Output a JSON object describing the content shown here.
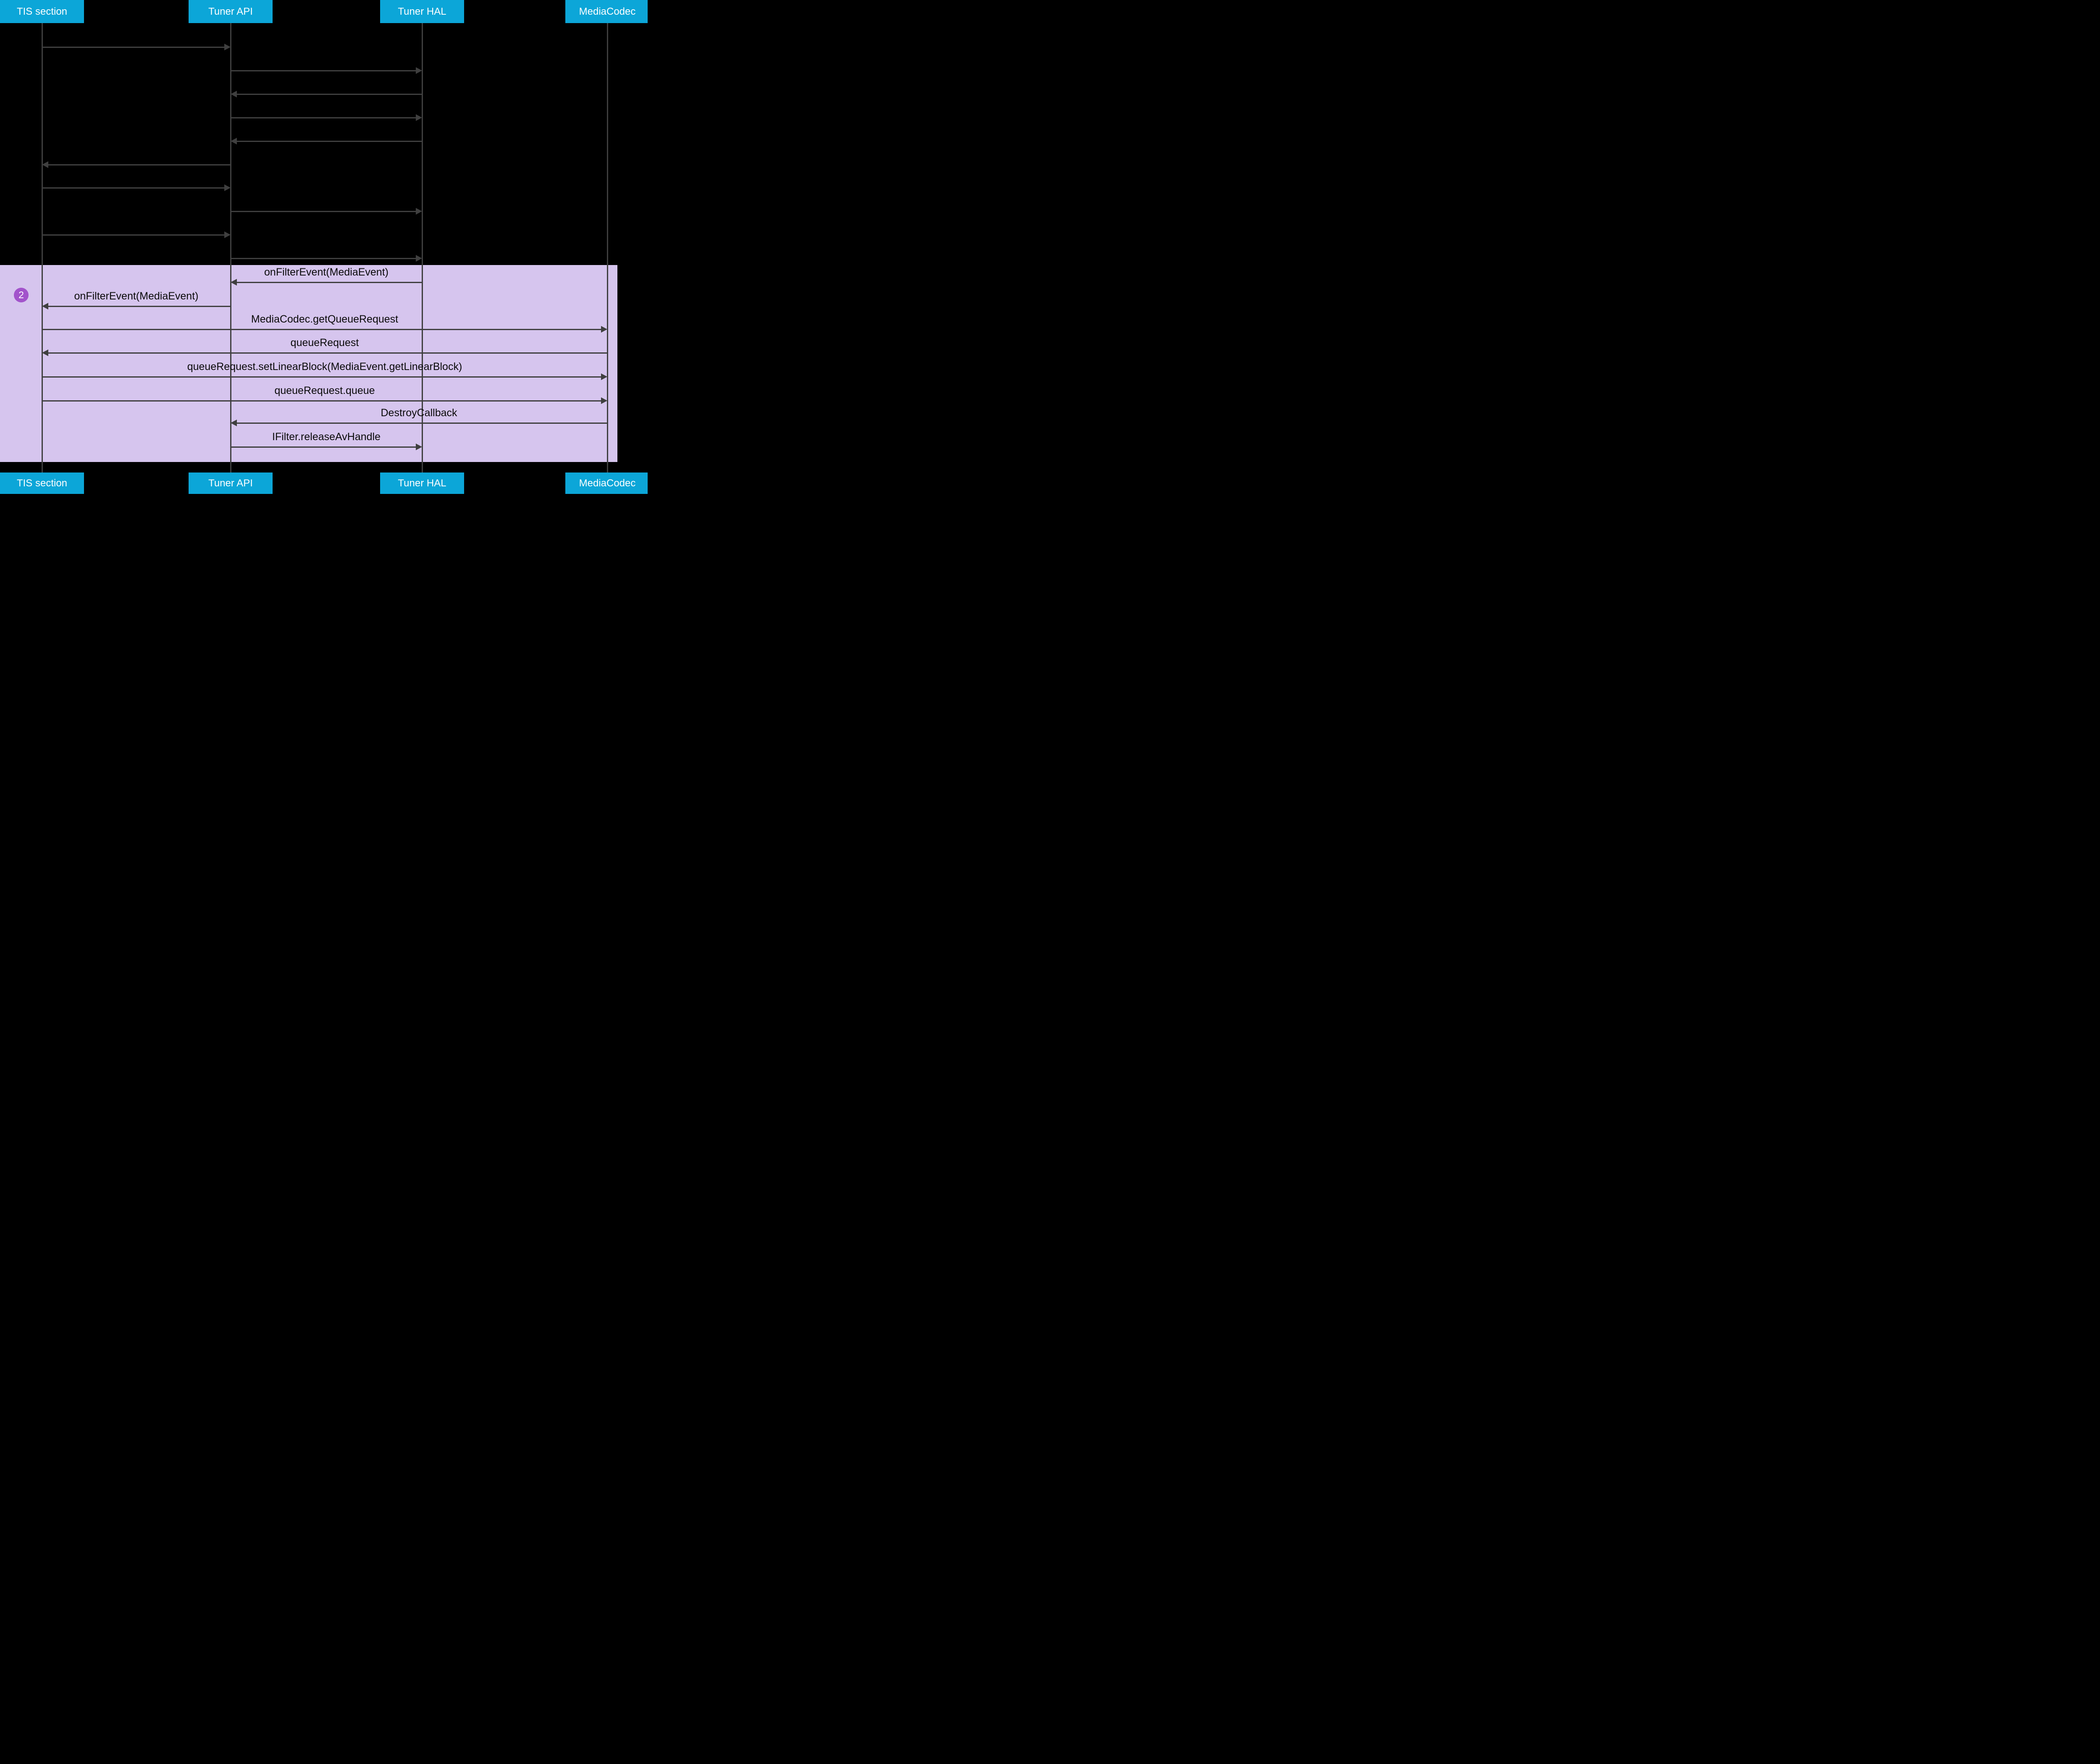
{
  "diagram": {
    "participants": [
      {
        "label": "TIS section"
      },
      {
        "label": "Tuner API"
      },
      {
        "label": "Tuner HAL"
      },
      {
        "label": "MediaCodec"
      }
    ],
    "phase1": {
      "messages": [
        {
          "from": 0,
          "to": 1,
          "label": ""
        },
        {
          "from": 1,
          "to": 2,
          "label": ""
        },
        {
          "from": 2,
          "to": 1,
          "label": ""
        },
        {
          "from": 1,
          "to": 2,
          "label": ""
        },
        {
          "from": 2,
          "to": 1,
          "label": ""
        },
        {
          "from": 1,
          "to": 0,
          "label": ""
        },
        {
          "from": 0,
          "to": 1,
          "label": ""
        },
        {
          "from": 1,
          "to": 2,
          "label": ""
        },
        {
          "from": 0,
          "to": 1,
          "label": ""
        },
        {
          "from": 1,
          "to": 2,
          "label": ""
        }
      ]
    },
    "phase2": {
      "badge": "2",
      "messages": [
        {
          "from": 2,
          "to": 1,
          "label": "onFilterEvent(MediaEvent)"
        },
        {
          "from": 1,
          "to": 0,
          "label": "onFilterEvent(MediaEvent)"
        },
        {
          "from": 0,
          "to": 3,
          "label": "MediaCodec.getQueueRequest"
        },
        {
          "from": 3,
          "to": 0,
          "label": "queueRequest"
        },
        {
          "from": 0,
          "to": 3,
          "label": "queueRequest.setLinearBlock(MediaEvent.getLinearBlock)"
        },
        {
          "from": 0,
          "to": 3,
          "label": "queueRequest.queue"
        },
        {
          "from": 3,
          "to": 1,
          "label": "DestroyCallback"
        },
        {
          "from": 1,
          "to": 2,
          "label": "IFilter.releaseAvHandle"
        }
      ]
    },
    "colors": {
      "background": "#000000",
      "participant_box": "#0ca6d8",
      "participant_text": "#ffffff",
      "highlight_band": "#d6c5ee",
      "badge": "#a253cb",
      "badge_text": "#ffffff",
      "line": "#3f3f3f",
      "label_text": "#0a0a0a"
    }
  }
}
